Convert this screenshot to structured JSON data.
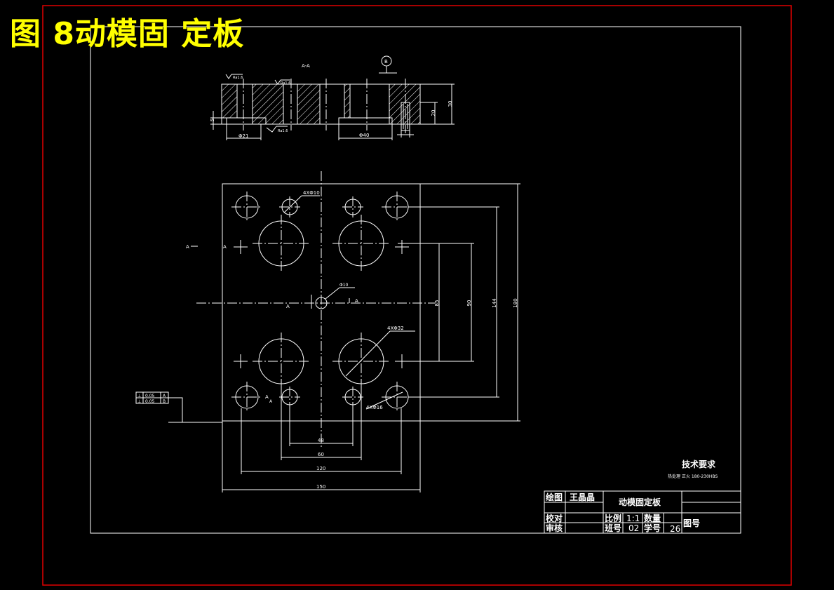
{
  "page_title": "图 8动模固 定板",
  "section": {
    "title": "A-A",
    "datum": "B",
    "roughness": [
      "Ra1.6",
      "Ra1.6",
      "Ra1.6"
    ],
    "dims": {
      "d1": "Φ21",
      "d2": "Φ40",
      "h1": "20",
      "h2": "30",
      "h3": "5"
    }
  },
  "plan": {
    "callouts": {
      "holes_small": "4XΦ10",
      "holes_large": "4XΦ32",
      "holes_corner": "4XΦ16",
      "center_hole": "Φ10"
    },
    "section_marks": [
      "A",
      "A",
      "A",
      "A",
      "A",
      "A"
    ],
    "vert_dims": [
      "85",
      "90",
      "144",
      "180"
    ],
    "horiz_dims": [
      "48",
      "60",
      "120",
      "150"
    ]
  },
  "tolerance_frame": {
    "rows": [
      {
        "symbol": "⊥",
        "value": "0.05",
        "datum": "A"
      },
      {
        "symbol": "⊥",
        "value": "0.05",
        "datum": "B"
      }
    ]
  },
  "tech_requirements": {
    "title": "技术要求",
    "line1": "热处理 正火 180-230HBS"
  },
  "title_block": {
    "drawn_label": "绘图",
    "drawn_name": "王晶晶",
    "part_name": "动模固定板",
    "check_label": "校对",
    "review_label": "审核",
    "scale_label": "比例",
    "scale_value": "1:1",
    "qty_label": "数量",
    "class_label": "班号",
    "class_value": "02",
    "student_label": "学号",
    "student_value": "26",
    "drawing_no_label": "图号"
  }
}
